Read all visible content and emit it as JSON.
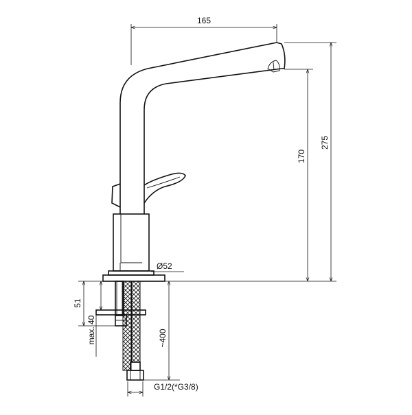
{
  "dimensions": {
    "width_165": "165",
    "height_275": "275",
    "height_170": "170",
    "diameter_52": "Ø52",
    "depth_51": "51",
    "max_40": "max. 40",
    "hose_400": "~400",
    "thread": "G1/2(*G3/8)"
  },
  "colors": {
    "line": "#111111",
    "background": "#ffffff"
  }
}
